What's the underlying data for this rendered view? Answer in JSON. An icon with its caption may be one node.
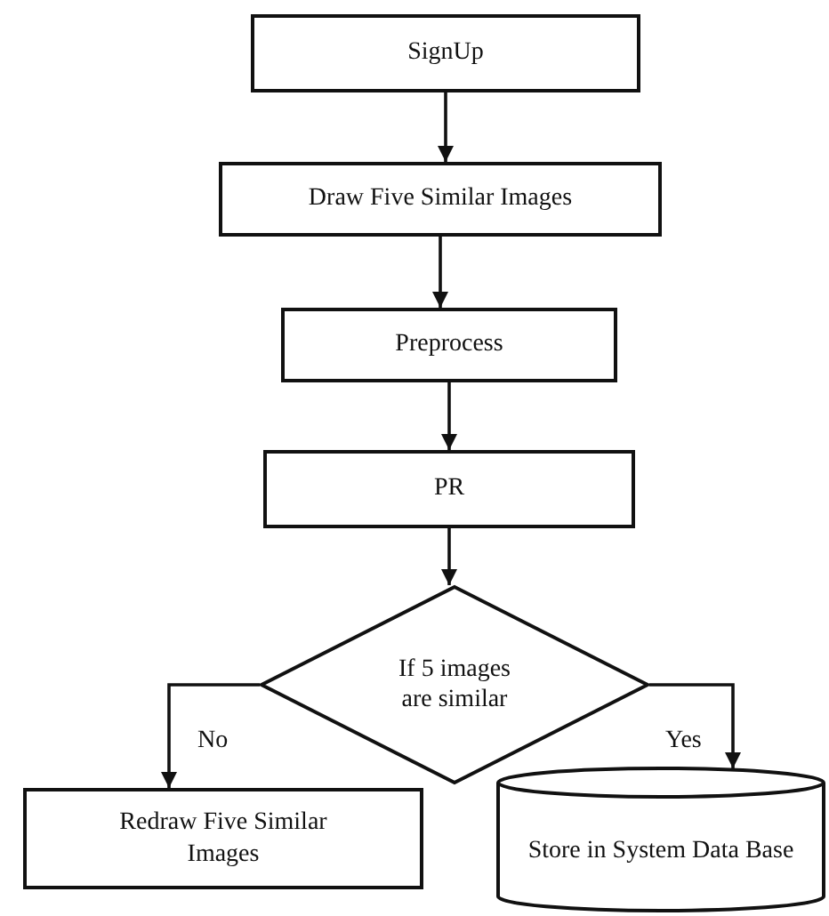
{
  "diagram": {
    "nodes": [
      {
        "text": [
          "SignUp"
        ]
      },
      {
        "text": [
          "Draw Five Similar Images"
        ]
      },
      {
        "text": [
          "Preprocess"
        ]
      },
      {
        "text": [
          "PR"
        ]
      },
      {
        "text": [
          "If 5 images are similar"
        ]
      },
      {
        "text": [
          "Redraw Five Similar Images"
        ]
      },
      {
        "text": [
          "Store in System Data Base"
        ]
      }
    ],
    "edges": [
      {
        "from": 0,
        "to": 1,
        "arrow": "to"
      },
      {
        "from": 1,
        "to": 2,
        "arrow": "to"
      },
      {
        "from": 2,
        "to": 3,
        "arrow": "to"
      },
      {
        "from": 3,
        "to": 4,
        "arrow": "to"
      },
      {
        "from": 4,
        "to": 5,
        "arrow": "to",
        "label": "No"
      },
      {
        "from": 4,
        "to": 6,
        "arrow": "to",
        "label": "Yes"
      }
    ]
  }
}
